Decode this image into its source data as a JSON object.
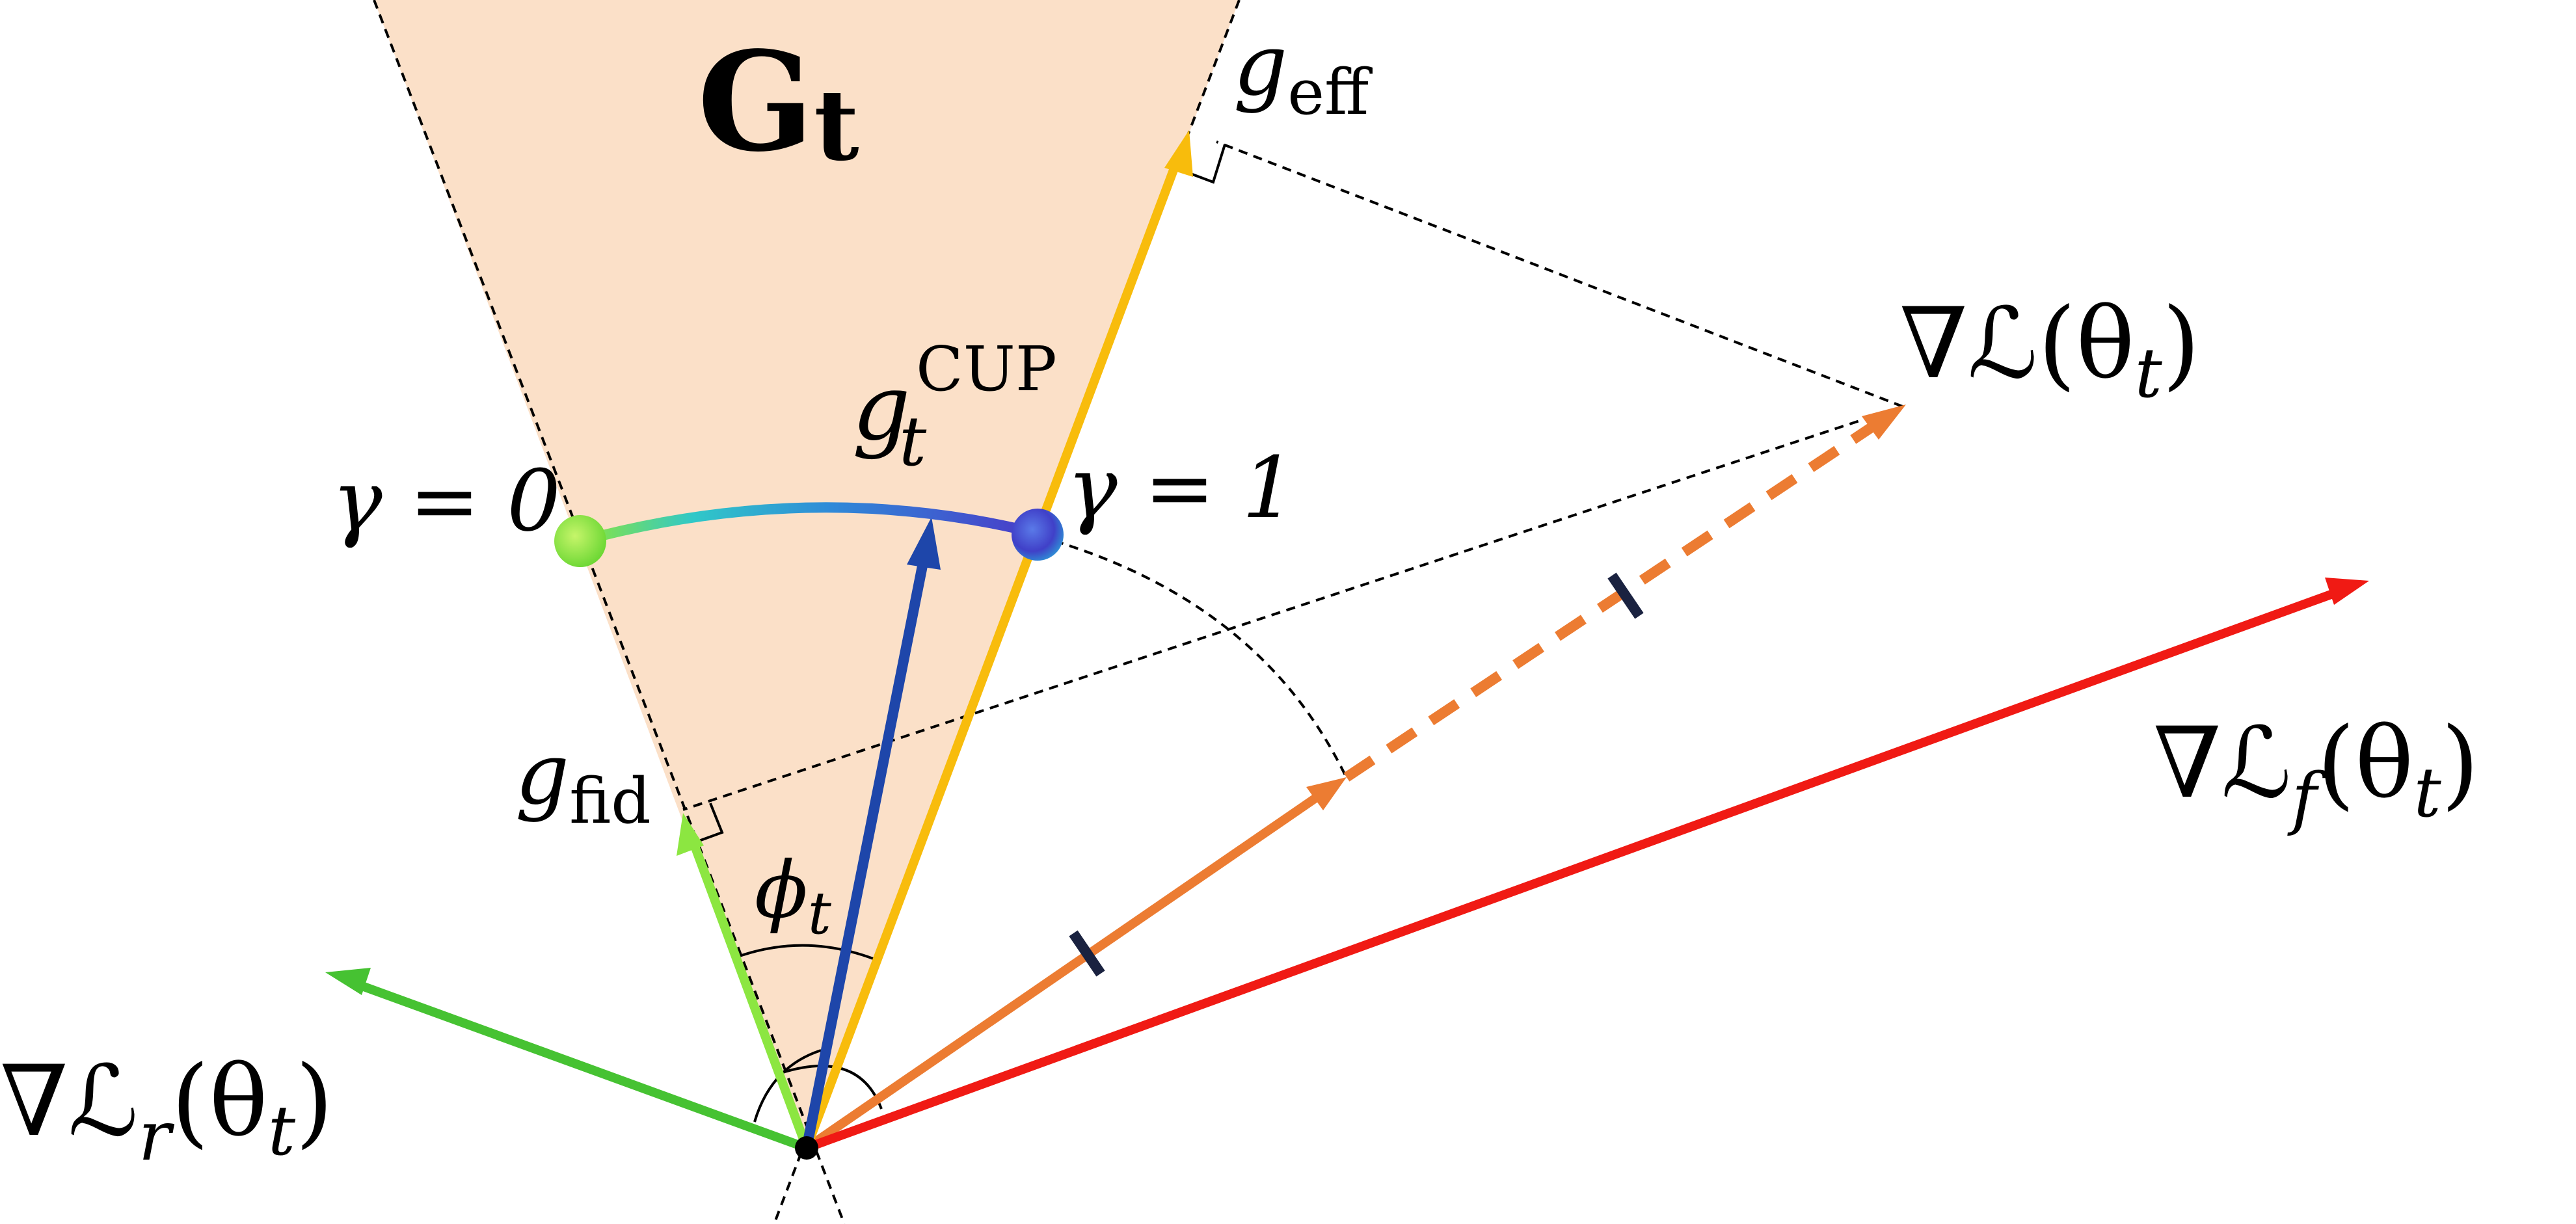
{
  "labels": {
    "region": "G",
    "region_sub": "t",
    "g_eff_main": "g",
    "g_eff_sub": "eff",
    "g_fid_main": "g",
    "g_fid_sub": "fid",
    "g_cup_main": "g",
    "g_cup_sub": "t",
    "g_cup_sup": "CUP",
    "gamma0": "γ = 0",
    "gamma1": "γ = 1",
    "phi_main": "ϕ",
    "phi_sub": "t",
    "grad_L": "∇ℒ(θ",
    "grad_L_sub": "t",
    "grad_L_close": ")",
    "grad_Lf": "∇ℒ",
    "grad_Lf_sub": "f",
    "grad_Lf_arg": "(θ",
    "grad_Lf_arg_sub": "t",
    "grad_Lf_close": ")",
    "grad_Lr": "∇ℒ",
    "grad_Lr_sub": "r",
    "grad_Lr_arg": "(θ",
    "grad_Lr_arg_sub": "t",
    "grad_Lr_close": ")"
  },
  "colors": {
    "region_fill": "#fbe0c8",
    "grad_f": "#f01a14",
    "grad_r": "#46c232",
    "g_fid": "#8ce641",
    "g_eff": "#f8bc0c",
    "g_cup": "#1e46aa",
    "grad_total": "#ec7c32",
    "gamma_start": "#8ee63a",
    "gamma_end": "#3a4ad8"
  }
}
